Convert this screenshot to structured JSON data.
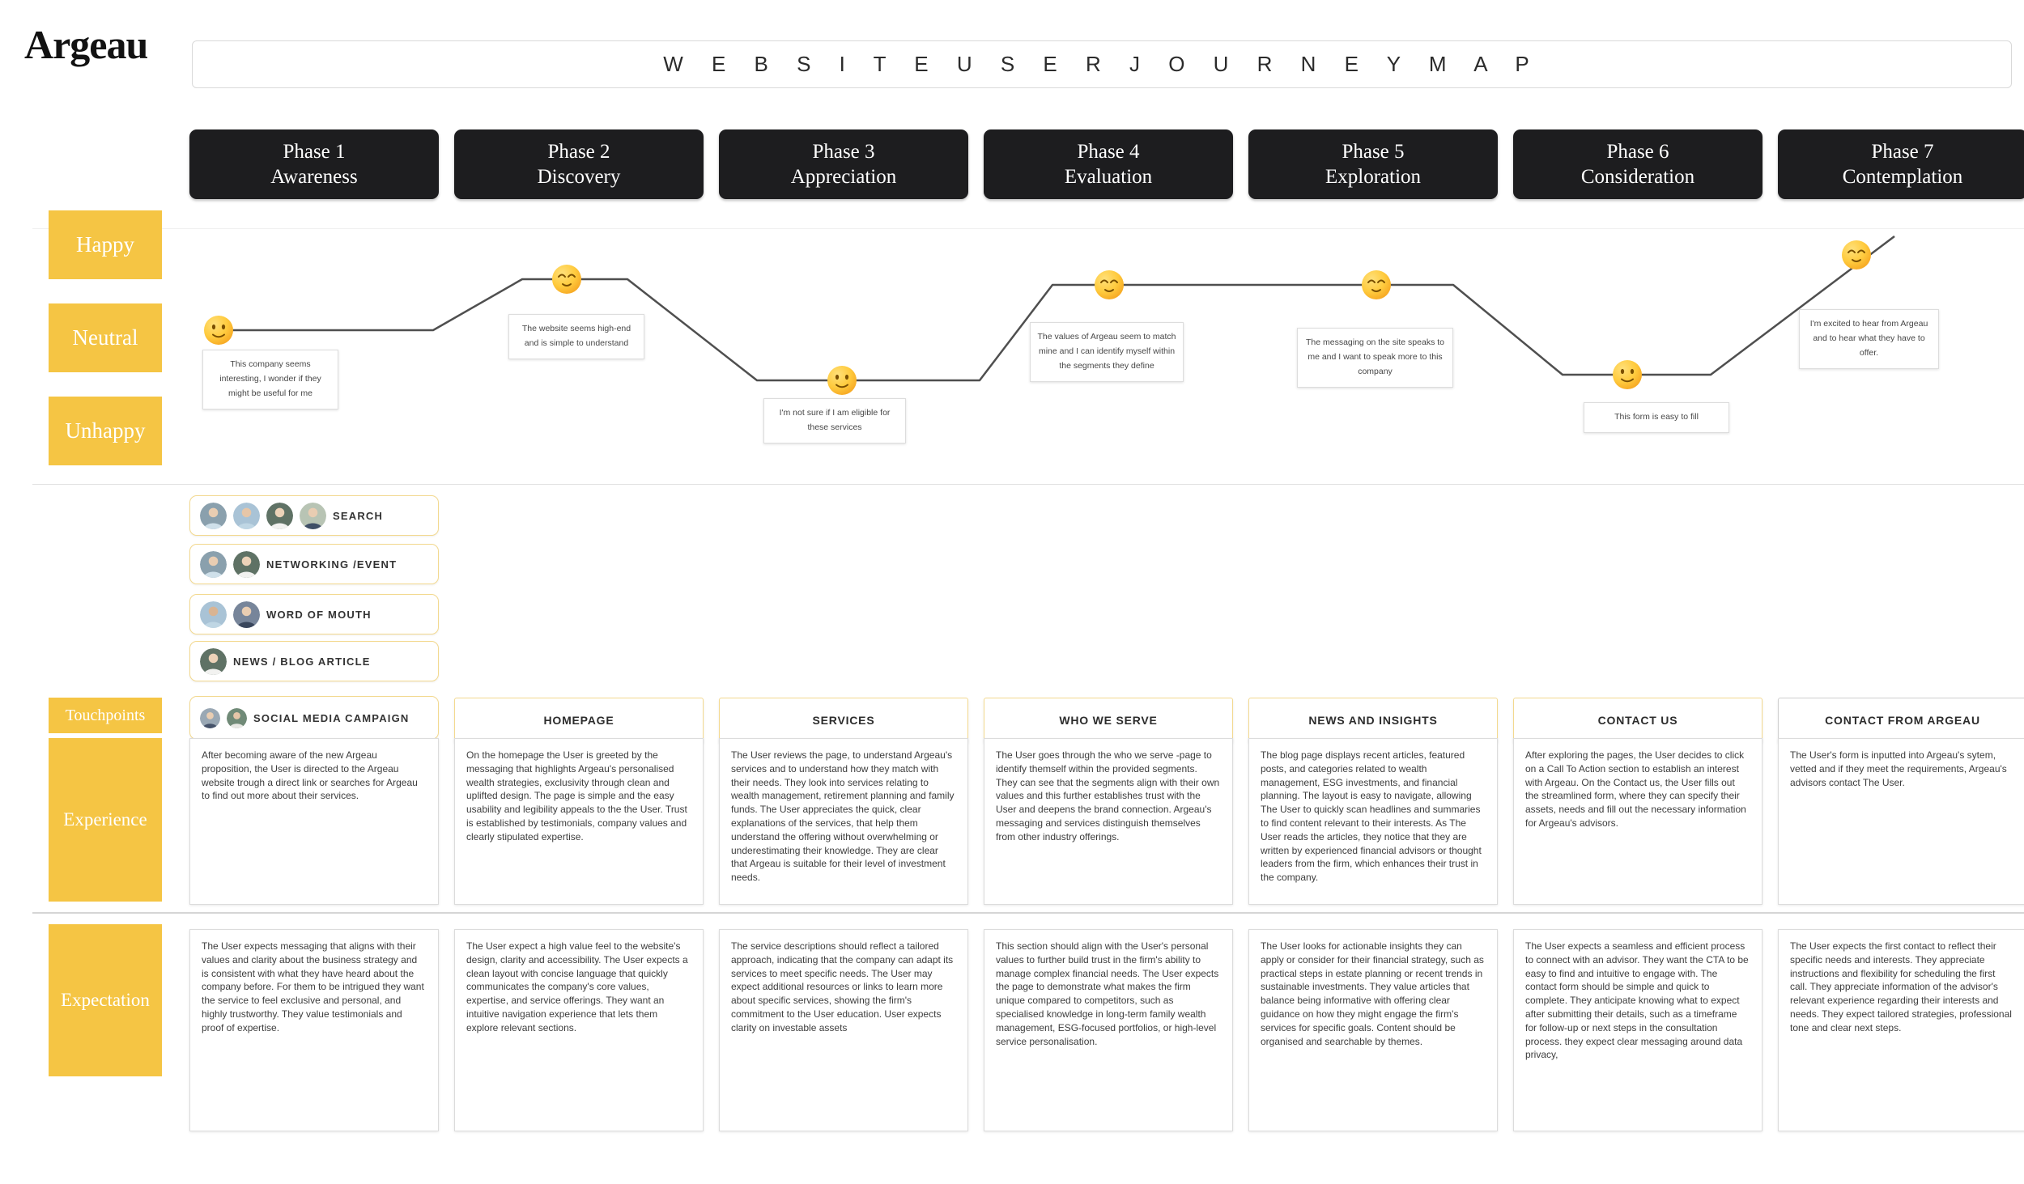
{
  "brand": "Argeau",
  "header": {
    "title": "W E B S I T E   U S E R   J O U R N E Y   M A P"
  },
  "colors": {
    "accent_yellow": "#F5C544",
    "phase_black": "#1D1D1F",
    "line_grey": "#4f4f4f"
  },
  "phases": [
    {
      "number": "Phase 1",
      "name": "Awareness"
    },
    {
      "number": "Phase 2",
      "name": "Discovery"
    },
    {
      "number": "Phase 3",
      "name": "Appreciation"
    },
    {
      "number": "Phase 4",
      "name": "Evaluation"
    },
    {
      "number": "Phase 5",
      "name": "Exploration"
    },
    {
      "number": "Phase 6",
      "name": "Consideration"
    },
    {
      "number": "Phase 7",
      "name": "Contemplation"
    }
  ],
  "emotion_axis": [
    "Happy",
    "Neutral",
    "Unhappy"
  ],
  "row_labels": {
    "touchpoints": "Touchpoints",
    "experience": "Experience",
    "expectation": "Expectation"
  },
  "journey": {
    "points": [
      {
        "phase": 1,
        "level": "neutral",
        "face": "slightly-smiling-face",
        "comment": "This company seems interesting, I wonder if they might be useful for me"
      },
      {
        "phase": 2,
        "level": "happy",
        "face": "relieved-face",
        "comment": "The website seems high-end and is simple to understand"
      },
      {
        "phase": 3,
        "level": "low",
        "face": "slightly-smiling-face",
        "comment": "I'm not sure if I am eligible for these services"
      },
      {
        "phase": 4,
        "level": "happy",
        "face": "relieved-face",
        "comment": "The values of Argeau seem to match mine and I can identify myself within the segments they define"
      },
      {
        "phase": 5,
        "level": "happy",
        "face": "relieved-face",
        "comment": "The messaging on the site speaks to me and I want to speak more to this company"
      },
      {
        "phase": 6,
        "level": "low",
        "face": "slightly-smiling-face",
        "comment": "This form is easy to fill"
      },
      {
        "phase": 7,
        "level": "very-happy",
        "face": "relieved-face",
        "comment": "I'm excited to hear from Argeau and to hear what they have to offer."
      }
    ]
  },
  "touchpoints": {
    "phase1_channels": [
      {
        "label": "SEARCH",
        "avatars": 4
      },
      {
        "label": "NETWORKING /EVENT",
        "avatars": 2
      },
      {
        "label": "WORD OF MOUTH",
        "avatars": 2
      },
      {
        "label": "NEWS / BLOG ARTICLE",
        "avatars": 1
      },
      {
        "label": "SOCIAL MEDIA CAMPAIGN",
        "avatars": 2
      }
    ],
    "pages": [
      "HOMEPAGE",
      "SERVICES",
      "WHO WE SERVE",
      "NEWS AND INSIGHTS",
      "CONTACT US",
      "CONTACT FROM ARGEAU"
    ]
  },
  "experience": [
    "After becoming aware of the new Argeau proposition, the User is directed to the Argeau website trough a direct link or searches for Argeau to find out more about their services.",
    "On the homepage the User is greeted by the messaging that highlights Argeau's personalised wealth strategies, exclusivity through clean and uplifted design. The page is simple and the easy usability and legibility appeals to the the User. Trust is established by testimonials, company values and clearly stipulated expertise.",
    "The User reviews the page, to understand Argeau's services and to understand how they match with their needs. They look into services relating to wealth management, retirement planning and family funds.  The User appreciates the quick, clear explanations of the services, that help them understand the offering without overwhelming  or underestimating their knowledge. They are clear that Argeau is suitable for their level of investment needs.",
    "The User goes through the who we serve -page to identify themself within the provided segments. They can see that the segments align with their own values and this further establishes trust with the User and deepens the brand connection. Argeau's messaging and services distinguish themselves from other industry offerings.",
    "The blog page displays recent articles, featured posts, and categories related to wealth management, ESG investments, and financial planning. The layout is easy to navigate, allowing The User to quickly scan headlines and summaries to find content relevant to their interests. As The User reads the articles, they notice that they are written by experienced financial advisors or thought leaders from the firm, which enhances their trust in the company.",
    "After exploring the pages, the User decides to click on a Call To Action section to establish an interest with Argeau.  On the Contact us, the User fills out the streamlined form, where they can specify their assets, needs and fill out the necessary information for Argeau's advisors.",
    "The User's form is inputted into Argeau's sytem, vetted and if they meet the requirements, Argeau's advisors contact The User."
  ],
  "expectation": [
    "The User expects messaging that aligns with their values and clarity about the business strategy and is consistent with what they have heard about the company before. For them to be intrigued they want the service to feel exclusive and personal, and highly trustworthy. They value testimonials and proof of expertise.",
    "The User expect a high value feel to the website's design, clarity and accessibility. The User expects a clean layout with concise language that quickly communicates the company's core values, expertise, and service offerings. They want an intuitive navigation experience that lets them explore relevant sections.",
    "The service descriptions should reflect a tailored approach, indicating that the company can adapt its services to meet specific needs. The User may expect additional resources or links to learn more about specific services, showing the firm's commitment to the User education. User expects clarity on investable assets",
    "This section should align with the User's personal values to further build trust in the firm's ability to manage complex financial needs. The User expects the page to demonstrate what makes the firm unique compared to competitors, such as specialised knowledge in long-term family wealth management, ESG-focused portfolios, or high-level service personalisation.",
    "The User looks for actionable insights they can apply or consider for their financial strategy, such as practical steps in estate planning or recent trends in sustainable investments. They value articles that balance being informative with offering clear guidance on how they might engage the firm's services for specific goals. Content should be organised and searchable by themes.",
    "The User expects a seamless and efficient process to connect with an advisor. They want the CTA to be easy to find and intuitive to engage with. The contact form should be simple and quick to complete. They anticipate knowing what to expect after submitting their details, such as a timeframe for follow-up or next steps in the consultation process. they expect clear messaging around data privacy,",
    "The User expects the first contact to reflect their specific needs and interests. They appreciate instructions and flexibility for scheduling the first call. They appreciate information of the advisor's relevant experience regarding their interests and needs. They expect tailored strategies, professional tone and clear next steps."
  ]
}
